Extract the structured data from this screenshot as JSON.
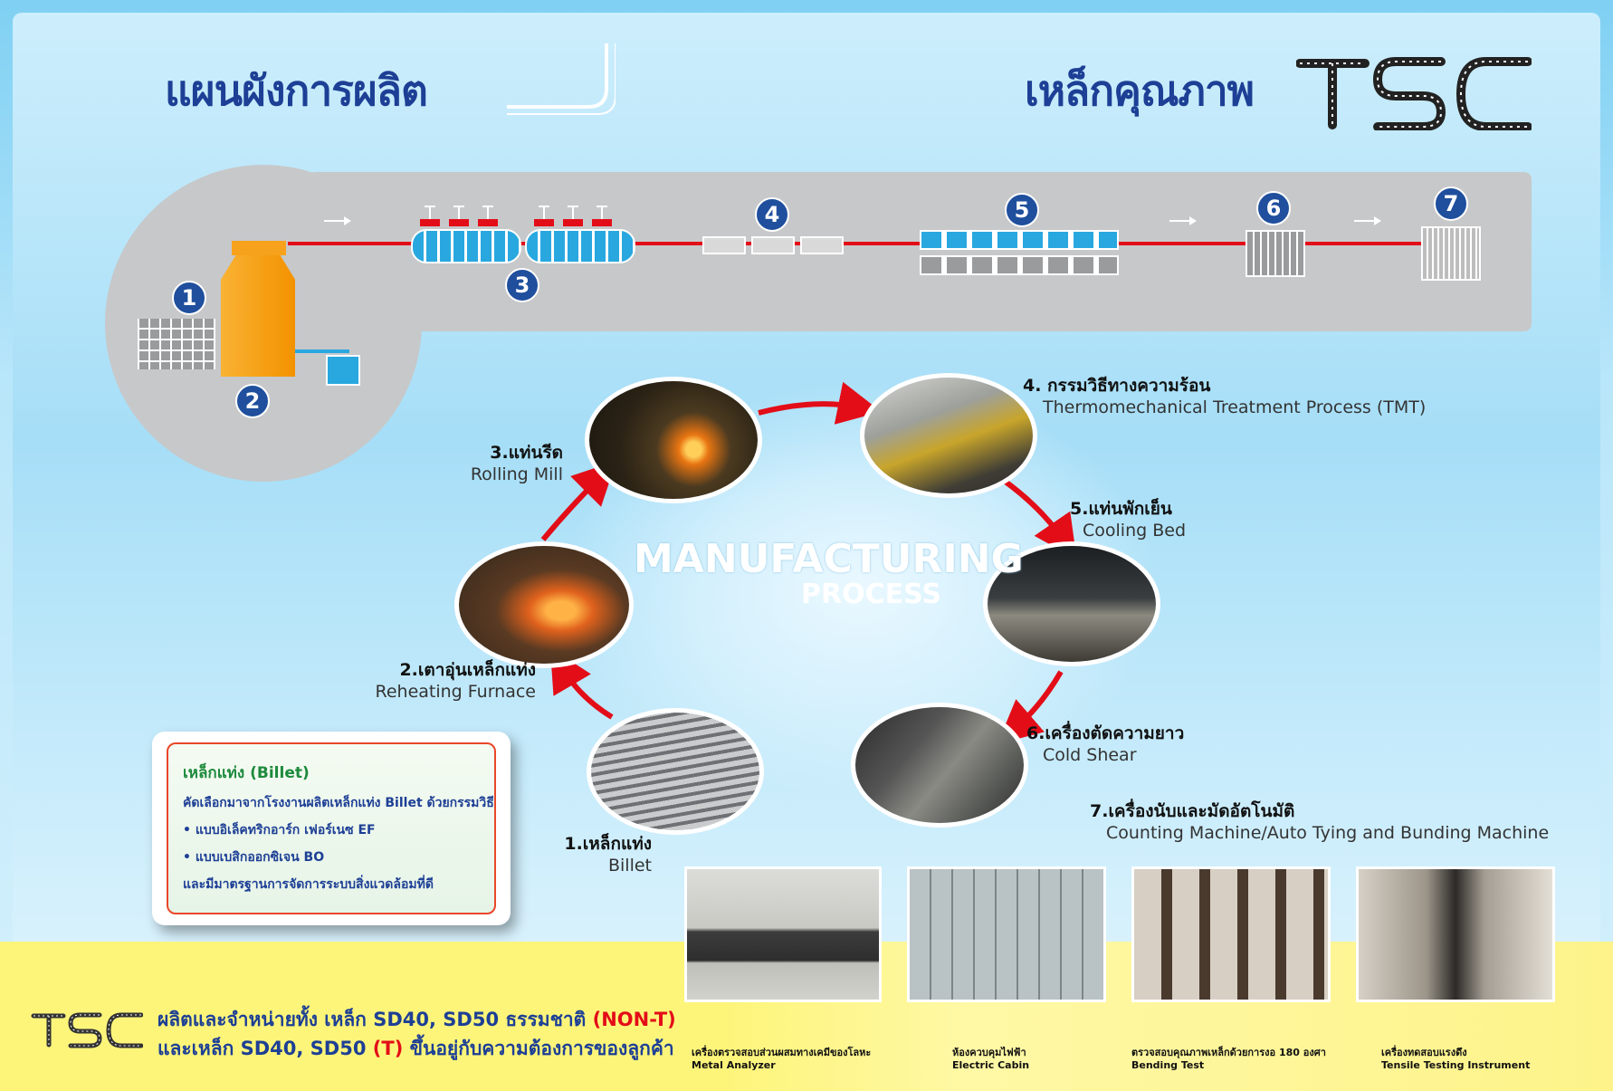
{
  "header": {
    "title_left": "แผนผังการผลิต",
    "title_right": "เหล็กคุณภาพ",
    "logo_text": "TSC"
  },
  "line_numbers": [
    "1",
    "2",
    "3",
    "4",
    "5",
    "6",
    "7"
  ],
  "center": {
    "main": "MANUFACTURING",
    "sub": "PROCESS"
  },
  "steps": [
    {
      "th": "1.เหล็กแท่ง",
      "en": "Billet"
    },
    {
      "th": "2.เตาอุ่นเหล็กแท่ง",
      "en": "Reheating Furnace"
    },
    {
      "th": "3.แท่นรีด",
      "en": "Rolling Mill"
    },
    {
      "th": "4. กรรมวิธีทางความร้อน",
      "en": "Thermomechanical Treatment Process (TMT)"
    },
    {
      "th": "5.แท่นพักเย็น",
      "en": "Cooling Bed"
    },
    {
      "th": "6.เครื่องตัดความยาว",
      "en": "Cold Shear"
    },
    {
      "th": "7.เครื่องนับและมัดอัตโนมัติ",
      "en": "Counting Machine/Auto Tying and Bunding Machine"
    }
  ],
  "billet_box": {
    "title": "เหล็กแท่ง (Billet)",
    "lines": [
      "คัดเลือกมาจากโรงงานผลิตเหล็กแท่ง Billet ด้วยกรรมวิธี",
      "• แบบอิเล็คทริกอาร์ก เฟอร์เนซ EF",
      "• แบบเบสิกออกซิเจน BO",
      "และมีมาตรฐานการจัดการระบบสิ่งแวดล้อมที่ดี"
    ]
  },
  "footer": {
    "logo_text": "TSC",
    "line1_a": "ผลิตและจำหน่ายทั้ง เหล็ก SD40, SD50 ธรรมชาติ ",
    "line1_b": "(NON-T)",
    "line2_a": "และเหล็ก SD40, SD50 ",
    "line2_b": "(T)",
    "line2_c": " ขึ้นอยู่กับความต้องการของลูกค้า"
  },
  "photos": [
    {
      "th": "เครื่องตรวจสอบส่วนผสมทางเคมีของโลหะ",
      "en": "Metal Analyzer"
    },
    {
      "th": "ห้องควบคุมไฟฟ้า",
      "en": "Electric Cabin"
    },
    {
      "th": "ตรวจสอบคุณภาพเหล็กด้วยการงอ 180 องศา",
      "en": "Bending Test"
    },
    {
      "th": "เครื่องทดสอบแรงดึง",
      "en": "Tensile Testing Instrument"
    }
  ],
  "colors": {
    "blue": "#1d3f95",
    "red": "#e30d18",
    "green": "#1d8a3c",
    "grey": "#c7c8ca"
  }
}
